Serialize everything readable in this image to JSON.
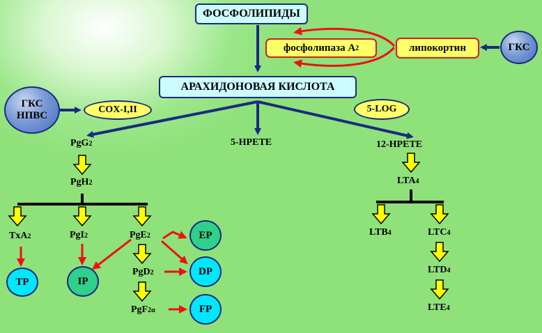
{
  "top": {
    "phospholipids": "ФОСФОЛИПИДЫ",
    "arachidonic": "АРАХИДОНОВАЯ КИСЛОТА"
  },
  "enzymes": {
    "pla2": "фосфолипаза А",
    "pla2_sub": "2",
    "lipocortin": "липокортин",
    "cox": "COX-I,II",
    "log": "5-LOG"
  },
  "inhibitors": {
    "gks_right": "ГКС",
    "gks_left_line1": "ГКС",
    "gks_left_line2": "НПВС"
  },
  "products": {
    "pgg2": "PgG",
    "pgg2_sub": "2",
    "pgh2": "PgH",
    "pgh2_sub": "2",
    "hpete5": "5-HPETE",
    "hpete12": "12-HPETE",
    "lta4": "LTA",
    "lta4_sub": "4",
    "txa2": "TxA",
    "txa2_sub": "2",
    "pgi2": "PgI",
    "pgi2_sub": "2",
    "pge2": "PgE",
    "pge2_sub": "2",
    "pgd2": "PgD",
    "pgd2_sub": "2",
    "pgf2a": "PgF",
    "pgf2a_sub": "2α",
    "ltb4": "LTB",
    "ltb4_sub": "4",
    "ltc4": "LTC",
    "ltc4_sub": "4",
    "ltd4": "LTD",
    "ltd4_sub": "4",
    "lte4": "LTE",
    "lte4_sub": "4"
  },
  "effects": {
    "tp": "TP",
    "ip": "IP",
    "ep": "EP",
    "dp": "DP",
    "fp": "FP"
  },
  "colors": {
    "background": "#8fe17a",
    "arrow_main": "#1a2a80",
    "arrow_red": "#ee1111",
    "arrow_yellow": "#ffff00",
    "box_cyan": "#cdfcff",
    "box_yellow": "#ffff66"
  }
}
